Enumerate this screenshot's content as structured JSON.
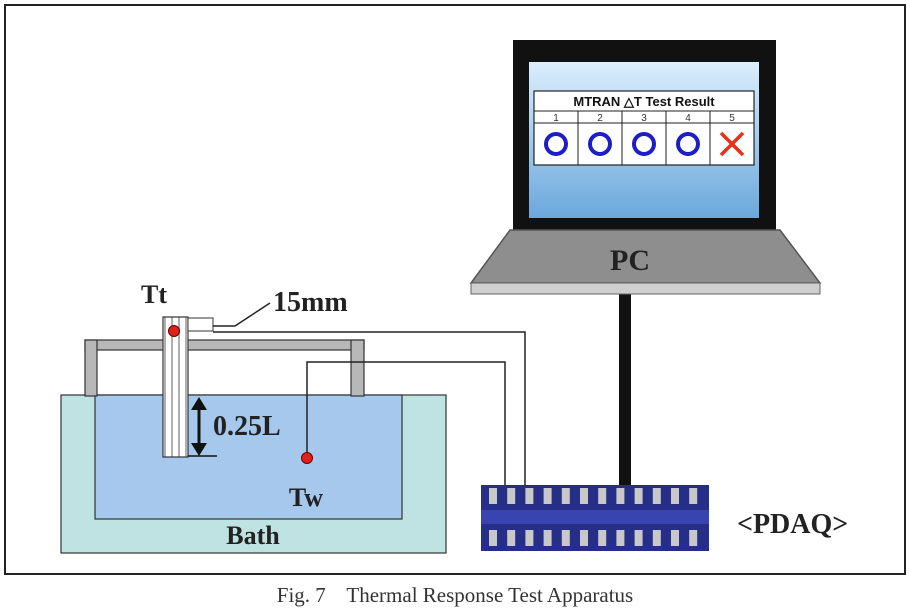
{
  "labels": {
    "pc": "PC",
    "screen_title": "MTRAN △T Test Result",
    "tt": "Tt",
    "width": "15mm",
    "depth": "0.25L",
    "tw": "Tw",
    "bath": "Bath",
    "pdaq": "<PDAQ>"
  },
  "results": [
    {
      "number": "1",
      "mark": "pass"
    },
    {
      "number": "2",
      "mark": "pass"
    },
    {
      "number": "3",
      "mark": "pass"
    },
    {
      "number": "4",
      "mark": "pass"
    },
    {
      "number": "5",
      "mark": "fail"
    }
  ],
  "caption": "Fig. 7    Thermal Response Test Apparatus",
  "colors": {
    "bath_outer": "#bfe3e2",
    "bath_inner": "#a5c8ec",
    "monitor_bezel": "#111111",
    "pdaq_body": "#262e88",
    "pdaq_pin": "#c8c8c8",
    "sensor_dot": "#e0201a",
    "pass_mark": "#1c1ec8",
    "fail_mark": "#e83018",
    "keyboard": "#8e8e8e"
  }
}
